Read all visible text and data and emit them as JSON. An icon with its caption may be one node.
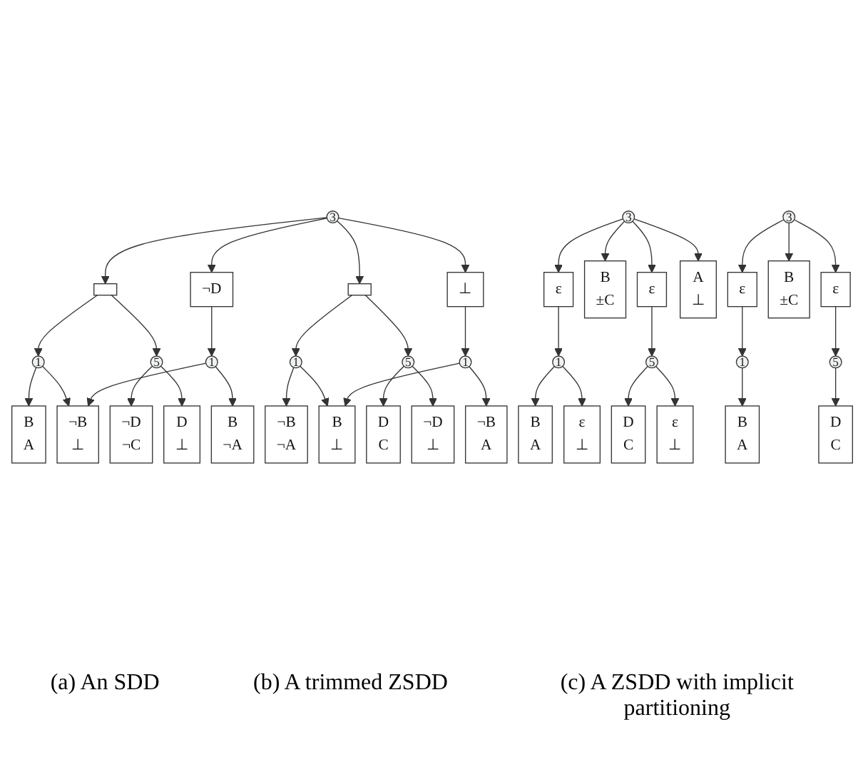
{
  "diagram": {
    "nodes": [
      {
        "text": [
          "3"
        ]
      },
      {
        "text": [],
        "shape": "box"
      },
      {
        "text": [
          "¬D"
        ]
      },
      {
        "text": [],
        "shape": "box"
      },
      {
        "text": [
          "⊥"
        ]
      },
      {
        "text": [
          "1"
        ]
      },
      {
        "text": [
          "5"
        ]
      },
      {
        "text": [
          "1"
        ]
      },
      {
        "text": [
          "1"
        ]
      },
      {
        "text": [
          "5"
        ]
      },
      {
        "text": [
          "1"
        ]
      },
      {
        "text": [
          "B",
          "A"
        ]
      },
      {
        "text": [
          "¬D",
          "¬C"
        ]
      },
      {
        "text": [
          "¬B",
          "⊥"
        ]
      },
      {
        "text": [
          "D",
          "⊥"
        ]
      },
      {
        "text": [
          "B",
          "¬A"
        ]
      },
      {
        "text": [
          "¬B",
          "¬A"
        ]
      },
      {
        "text": [
          "D",
          "C"
        ]
      },
      {
        "text": [
          "B",
          "⊥"
        ]
      },
      {
        "text": [
          "¬D",
          "⊥"
        ]
      },
      {
        "text": [
          "¬B",
          "A"
        ]
      },
      {
        "text": [
          "3"
        ]
      },
      {
        "text": [
          "ε"
        ]
      },
      {
        "text": [
          "B",
          "±C"
        ]
      },
      {
        "text": [
          "ε"
        ]
      },
      {
        "text": [
          "A",
          "⊥"
        ]
      },
      {
        "text": [
          "1"
        ]
      },
      {
        "text": [
          "5"
        ]
      },
      {
        "text": [
          "B",
          "A"
        ]
      },
      {
        "text": [
          "ε",
          "⊥"
        ]
      },
      {
        "text": [
          "D",
          "C"
        ]
      },
      {
        "text": [
          "ε",
          "⊥"
        ]
      },
      {
        "text": [
          "3"
        ]
      },
      {
        "text": [
          "ε"
        ]
      },
      {
        "text": [
          "B",
          "±C"
        ]
      },
      {
        "text": [
          "ε"
        ]
      },
      {
        "text": [
          "1"
        ]
      },
      {
        "text": [
          "5"
        ]
      },
      {
        "text": [
          "B",
          "A"
        ]
      },
      {
        "text": [
          "D",
          "C"
        ]
      }
    ],
    "edges": [
      {
        "from": 0,
        "to": 1,
        "arrow": "to"
      },
      {
        "from": 0,
        "to": 2,
        "arrow": "to"
      },
      {
        "from": 0,
        "to": 3,
        "arrow": "to"
      },
      {
        "from": 0,
        "to": 4,
        "arrow": "to"
      },
      {
        "from": 1,
        "to": 5,
        "arrow": "to"
      },
      {
        "from": 1,
        "to": 6,
        "arrow": "to"
      },
      {
        "from": 2,
        "to": 7,
        "arrow": "to"
      },
      {
        "from": 3,
        "to": 8,
        "arrow": "to"
      },
      {
        "from": 3,
        "to": 9,
        "arrow": "to"
      },
      {
        "from": 4,
        "to": 10,
        "arrow": "to"
      },
      {
        "from": 5,
        "to": 11,
        "arrow": "to"
      },
      {
        "from": 5,
        "to": 13,
        "arrow": "to"
      },
      {
        "from": 6,
        "to": 12,
        "arrow": "to"
      },
      {
        "from": 6,
        "to": 14,
        "arrow": "to"
      },
      {
        "from": 7,
        "to": 13,
        "arrow": "to"
      },
      {
        "from": 7,
        "to": 15,
        "arrow": "to"
      },
      {
        "from": 8,
        "to": 16,
        "arrow": "to"
      },
      {
        "from": 8,
        "to": 18,
        "arrow": "to"
      },
      {
        "from": 9,
        "to": 17,
        "arrow": "to"
      },
      {
        "from": 9,
        "to": 19,
        "arrow": "to"
      },
      {
        "from": 10,
        "to": 18,
        "arrow": "to"
      },
      {
        "from": 10,
        "to": 20,
        "arrow": "to"
      },
      {
        "from": 21,
        "to": 22,
        "arrow": "to"
      },
      {
        "from": 21,
        "to": 23,
        "arrow": "to"
      },
      {
        "from": 21,
        "to": 24,
        "arrow": "to"
      },
      {
        "from": 21,
        "to": 25,
        "arrow": "to"
      },
      {
        "from": 22,
        "to": 26,
        "arrow": "to"
      },
      {
        "from": 24,
        "to": 27,
        "arrow": "to"
      },
      {
        "from": 26,
        "to": 28,
        "arrow": "to"
      },
      {
        "from": 26,
        "to": 29,
        "arrow": "to"
      },
      {
        "from": 27,
        "to": 30,
        "arrow": "to"
      },
      {
        "from": 27,
        "to": 31,
        "arrow": "to"
      },
      {
        "from": 32,
        "to": 33,
        "arrow": "to"
      },
      {
        "from": 32,
        "to": 34,
        "arrow": "to"
      },
      {
        "from": 32,
        "to": 35,
        "arrow": "to"
      },
      {
        "from": 33,
        "to": 36,
        "arrow": "to"
      },
      {
        "from": 35,
        "to": 37,
        "arrow": "to"
      },
      {
        "from": 36,
        "to": 38,
        "arrow": "to"
      },
      {
        "from": 37,
        "to": 39,
        "arrow": "to"
      }
    ],
    "labels": [
      "(a) An SDD",
      "(b) A trimmed ZSDD",
      "(c) A ZSDD with implicit partitioning"
    ]
  }
}
